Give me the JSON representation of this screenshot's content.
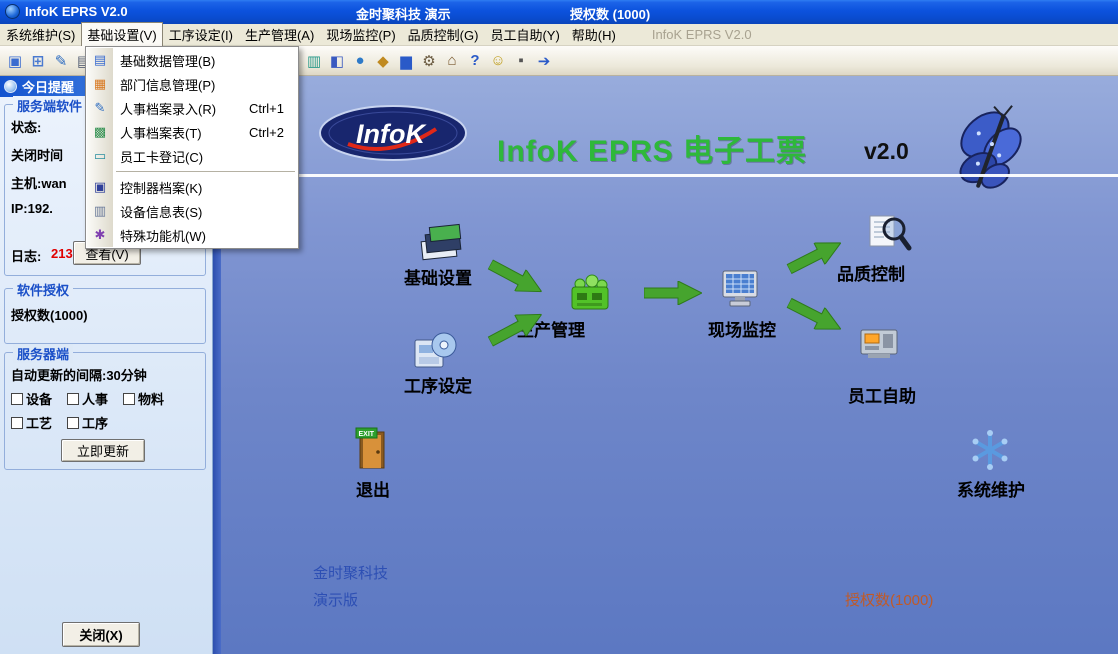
{
  "title_bar": {
    "app_title": "InfoK EPRS V2.0",
    "center_text": "金时聚科技 演示",
    "right_text": "授权数 (1000)"
  },
  "menu_bar": {
    "items": [
      {
        "label": "系统维护(S)"
      },
      {
        "label": "基础设置(V)"
      },
      {
        "label": "工序设定(I)"
      },
      {
        "label": "生产管理(A)"
      },
      {
        "label": "现场监控(P)"
      },
      {
        "label": "品质控制(G)"
      },
      {
        "label": "员工自助(Y)"
      },
      {
        "label": "帮助(H)"
      }
    ],
    "right_text": "InfoK EPRS V2.0"
  },
  "dropdown": {
    "items": [
      {
        "label": "基础数据管理(B)",
        "shortcut": "",
        "icon": "▤",
        "color": "#3a6cd0"
      },
      {
        "label": "部门信息管理(P)",
        "shortcut": "",
        "icon": "▦",
        "color": "#d87820"
      },
      {
        "label": "人事档案录入(R)",
        "shortcut": "Ctrl+1",
        "icon": "✎",
        "color": "#2a6ac0"
      },
      {
        "label": "人事档案表(T)",
        "shortcut": "Ctrl+2",
        "icon": "▩",
        "color": "#2e8f4e"
      },
      {
        "label": "员工卡登记(C)",
        "shortcut": "",
        "icon": "▭",
        "color": "#2a8fa0"
      },
      {
        "label": "控制器档案(K)",
        "shortcut": "",
        "icon": "▣",
        "color": "#30409a"
      },
      {
        "label": "设备信息表(S)",
        "shortcut": "",
        "icon": "▥",
        "color": "#6a7a9a"
      },
      {
        "label": "特殊功能机(W)",
        "shortcut": "",
        "icon": "✱",
        "color": "#8040b0"
      }
    ]
  },
  "toolbar": {
    "icons": [
      {
        "name": "window-icon",
        "glyph": "▣",
        "color": "#3a6cd0"
      },
      {
        "name": "form-icon",
        "glyph": "⊞",
        "color": "#4a7ad0"
      },
      {
        "name": "edit-icon",
        "glyph": "✎",
        "color": "#2a6ac0"
      },
      {
        "name": "report-icon",
        "glyph": "▤",
        "color": "#5a6478"
      },
      {
        "name": "print-icon",
        "glyph": "▥",
        "color": "#7a8aa0"
      },
      {
        "name": "cut-icon",
        "glyph": "✂",
        "color": "#555555"
      },
      {
        "name": "copy-icon",
        "glyph": "▦",
        "color": "#3a8ac0"
      },
      {
        "name": "paste-icon",
        "glyph": "▧",
        "color": "#b08030"
      },
      {
        "name": "grid-icon",
        "glyph": "▩",
        "color": "#2e9a5e"
      },
      {
        "name": "money-icon",
        "glyph": "$",
        "color": "#111111"
      },
      {
        "name": "calculator-icon",
        "glyph": "▦",
        "color": "#8a8a8a"
      },
      {
        "name": "calendar-icon",
        "glyph": "▤",
        "color": "#c07030"
      },
      {
        "name": "terminal-icon",
        "glyph": "▣",
        "color": "#2a7ac0"
      },
      {
        "name": "network-icon",
        "glyph": "▥",
        "color": "#2a9a8a"
      },
      {
        "name": "export-icon",
        "glyph": "◧",
        "color": "#3a5ac0"
      },
      {
        "name": "globe-icon",
        "glyph": "●",
        "color": "#2e7ac8"
      },
      {
        "name": "package-icon",
        "glyph": "◆",
        "color": "#c08a20"
      },
      {
        "name": "chart-icon",
        "glyph": "▆",
        "color": "#2a5ac8"
      },
      {
        "name": "tools-icon",
        "glyph": "⚙",
        "color": "#6a5a40"
      },
      {
        "name": "door-icon",
        "glyph": "⌂",
        "color": "#7a5a30"
      },
      {
        "name": "help-icon",
        "glyph": "?",
        "color": "#2a5ac8"
      },
      {
        "name": "user-icon",
        "glyph": "☺",
        "color": "#c0a020"
      },
      {
        "name": "lock-icon",
        "glyph": "▪",
        "color": "#555555"
      },
      {
        "name": "exit-icon",
        "glyph": "➔",
        "color": "#2a5ac8"
      }
    ]
  },
  "sidebar": {
    "header": "今日提醒",
    "server_box": {
      "title": "服务端软件",
      "status_label": "状态:",
      "close_time_label": "关闭时间",
      "host_label": "主机:wan",
      "ip_label": "IP:192.",
      "log_label": "日志:",
      "log_value": "213",
      "view_button": "查看(V)"
    },
    "license_box": {
      "title": "软件授权",
      "text": "授权数(1000)"
    },
    "update_box": {
      "title": "服务器端",
      "interval": "自动更新的间隔:30分钟",
      "checkboxes": [
        "设备",
        "人事",
        "物料",
        "工艺",
        "工序"
      ],
      "update_button": "立即更新"
    },
    "close_button": "关闭(X)"
  },
  "main": {
    "logo_text": "InfoK",
    "title": "InfoK EPRS 电子工票",
    "version": "v2.0",
    "nodes": [
      {
        "label": "基础设置"
      },
      {
        "label": "工序设定"
      },
      {
        "label": "生产管理"
      },
      {
        "label": "现场监控"
      },
      {
        "label": "品质控制"
      },
      {
        "label": "员工自助"
      },
      {
        "label": "退出"
      },
      {
        "label": "系统维护"
      }
    ],
    "footer": {
      "company": "金时聚科技",
      "demo": "演示版",
      "license": "授权数(1000)"
    }
  },
  "colors": {
    "title_green": "#2eb83a",
    "footer_blue": "#2d4fb4",
    "license_orange": "#c05a28",
    "log_red": "#e00000",
    "arrow_green": "#46a42e"
  }
}
